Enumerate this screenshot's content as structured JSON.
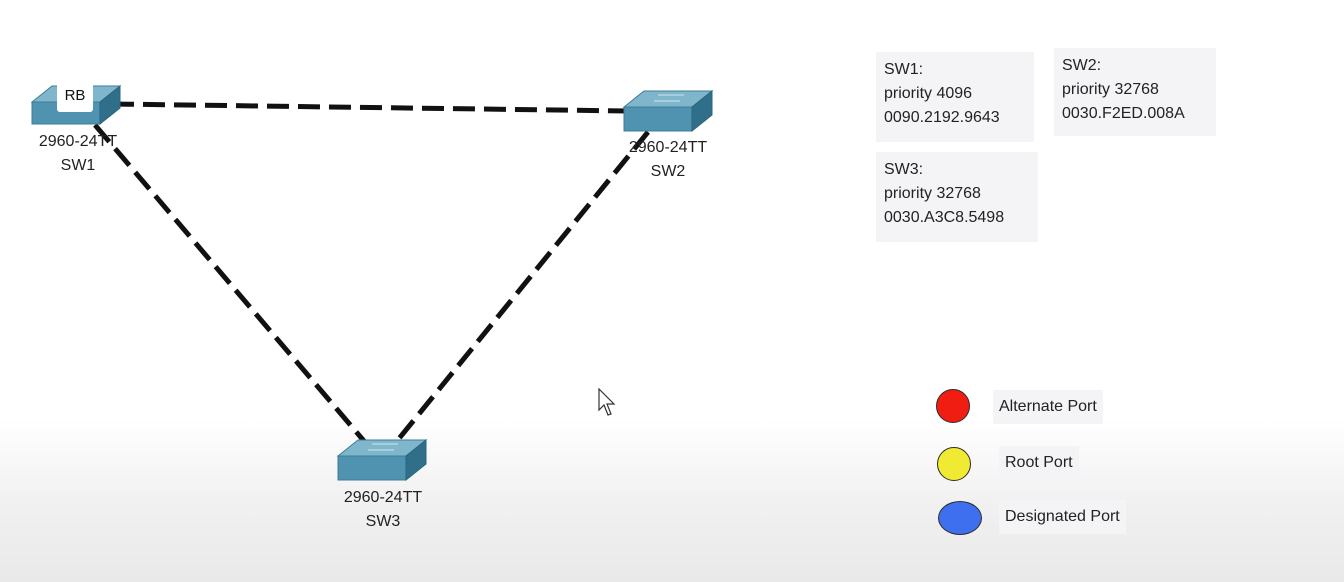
{
  "switches": {
    "sw1": {
      "model": "2960-24TT",
      "name": "SW1",
      "badge": "RB"
    },
    "sw2": {
      "model": "2960-24TT",
      "name": "SW2"
    },
    "sw3": {
      "model": "2960-24TT",
      "name": "SW3"
    }
  },
  "info": {
    "sw1": {
      "title": "SW1:",
      "priority": "priority 4096",
      "mac": "0090.2192.9643"
    },
    "sw2": {
      "title": "SW2:",
      "priority": "priority 32768",
      "mac": "0030.F2ED.008A"
    },
    "sw3": {
      "title": "SW3:",
      "priority": "priority 32768",
      "mac": "0030.A3C8.5498"
    }
  },
  "legend": {
    "alternate": {
      "label": "Alternate Port",
      "color": "#f01d12"
    },
    "root": {
      "label": "Root Port",
      "color": "#f0ea33"
    },
    "designated": {
      "label": "Designated Port",
      "color": "#3e6fee"
    }
  },
  "colors": {
    "switch_top": "#7fb6cc",
    "switch_front": "#4f93b0",
    "switch_side": "#2f6f8a",
    "link": "#111111"
  }
}
